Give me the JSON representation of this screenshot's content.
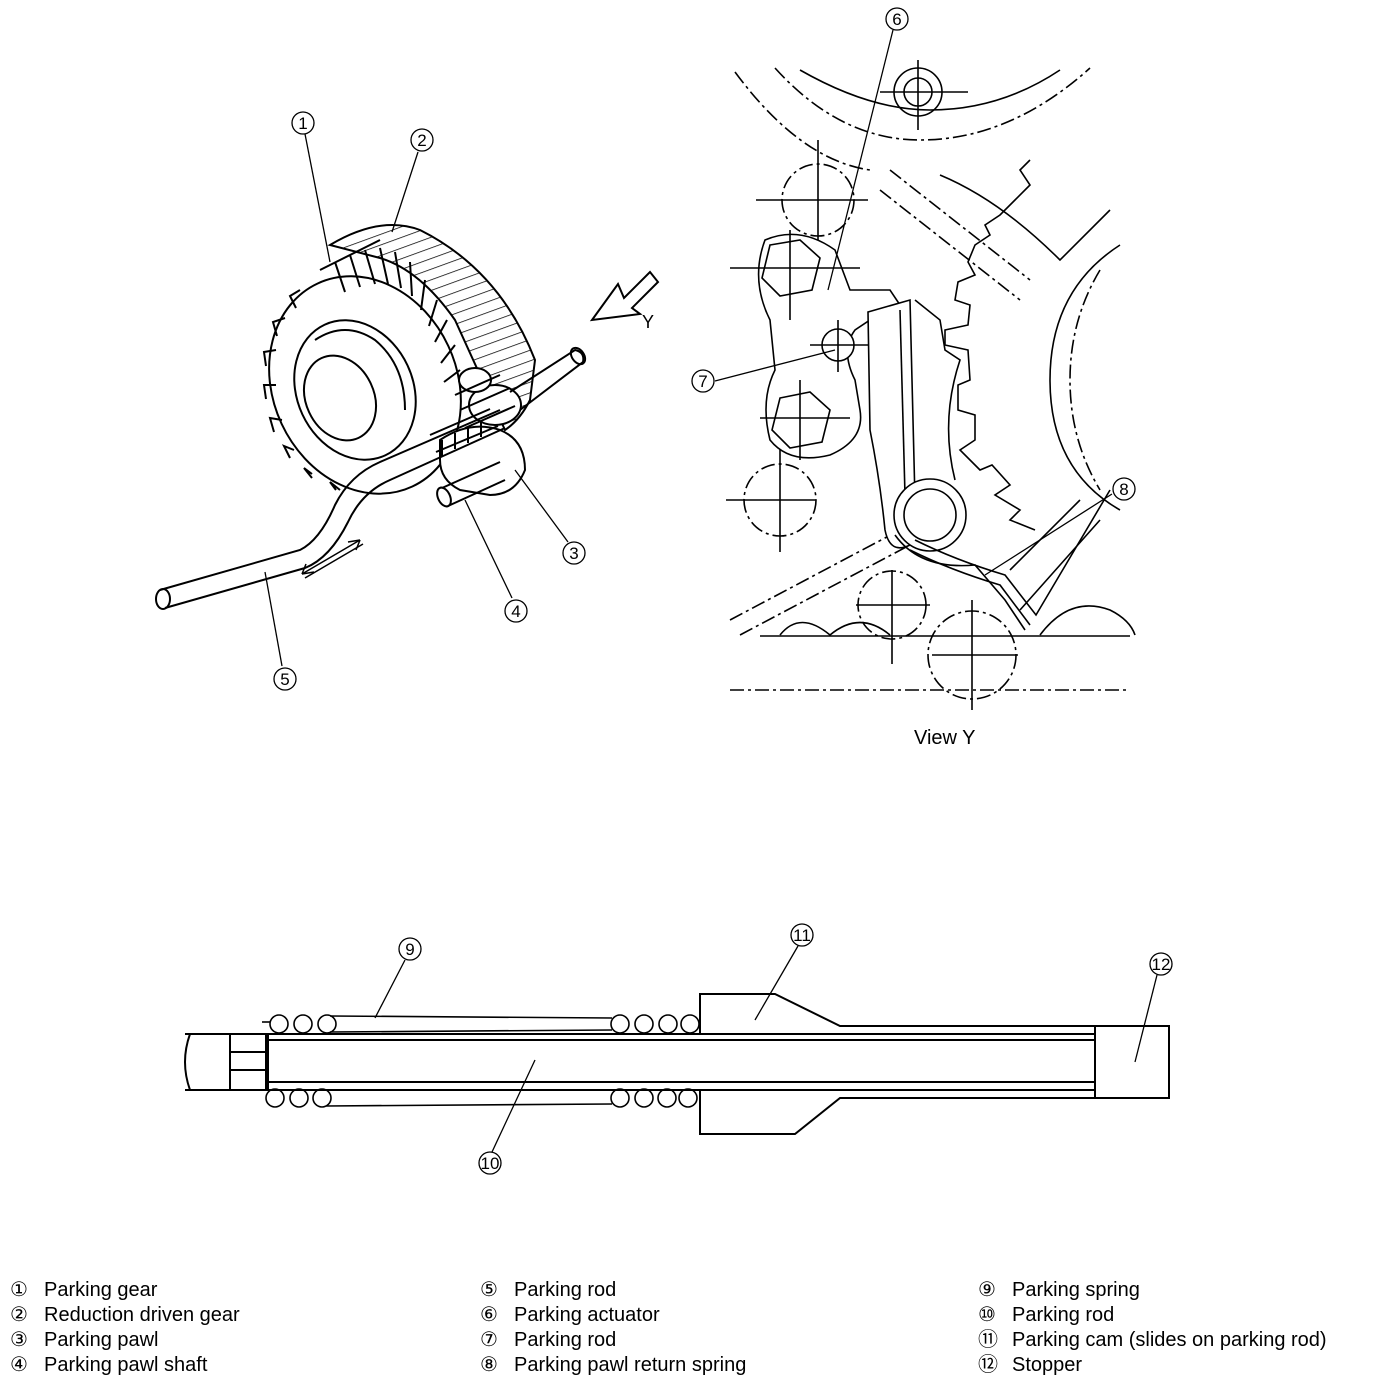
{
  "view_caption": "View  Y",
  "arrow_label": "Y",
  "callouts": {
    "c1": "1",
    "c2": "2",
    "c3": "3",
    "c4": "4",
    "c5": "5",
    "c6": "6",
    "c7": "7",
    "c8a": "8",
    "c8b": "8",
    "c9": "9",
    "c10": "10",
    "c11": "11",
    "c12": "12"
  },
  "legend": {
    "col1": [
      {
        "num": "①",
        "label": "Parking gear"
      },
      {
        "num": "②",
        "label": "Reduction driven gear"
      },
      {
        "num": "③",
        "label": "Parking pawl"
      },
      {
        "num": "④",
        "label": "Parking pawl shaft"
      }
    ],
    "col2": [
      {
        "num": "⑤",
        "label": "Parking rod"
      },
      {
        "num": "⑥",
        "label": "Parking actuator"
      },
      {
        "num": "⑦",
        "label": "Parking rod"
      },
      {
        "num": "⑧",
        "label": "Parking pawl return spring"
      }
    ],
    "col3": [
      {
        "num": "⑨",
        "label": "Parking spring"
      },
      {
        "num": "⑩",
        "label": "Parking rod"
      },
      {
        "num": "⑪",
        "label": "Parking cam (slides on parking rod)"
      },
      {
        "num": "⑫",
        "label": "Stopper"
      }
    ]
  }
}
